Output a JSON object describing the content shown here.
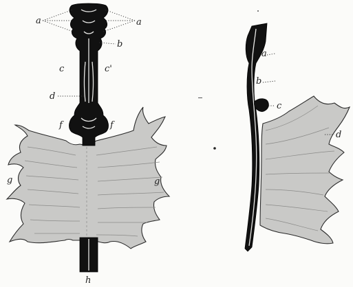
{
  "left_figure": {
    "labels": [
      "a",
      "a",
      "b",
      "c",
      "c'",
      "d",
      "f",
      "f",
      "g",
      "g",
      "h"
    ]
  },
  "right_figure": {
    "labels": [
      "a",
      "b",
      "c",
      "d"
    ]
  },
  "colors": {
    "ink": "#111111",
    "membrane": "#c9c9c7",
    "paper": "#fbfbf9"
  }
}
